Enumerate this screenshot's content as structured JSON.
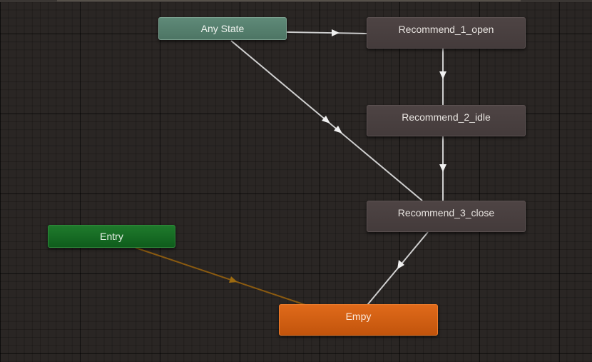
{
  "nodes": {
    "any_state": "Any State",
    "entry": "Entry",
    "recommend_1_open": "Recommend_1_open",
    "recommend_2_idle": "Recommend_2_idle",
    "recommend_3_close": "Recommend_3_close",
    "empy": "Empy"
  },
  "colors": {
    "transition": "#cfcfcf",
    "entry_transition": "#8a5a10",
    "any_state_node": "#5a8572",
    "entry_node": "#176b25",
    "default_node": "#d45f14",
    "state_node": "#4a4040"
  }
}
